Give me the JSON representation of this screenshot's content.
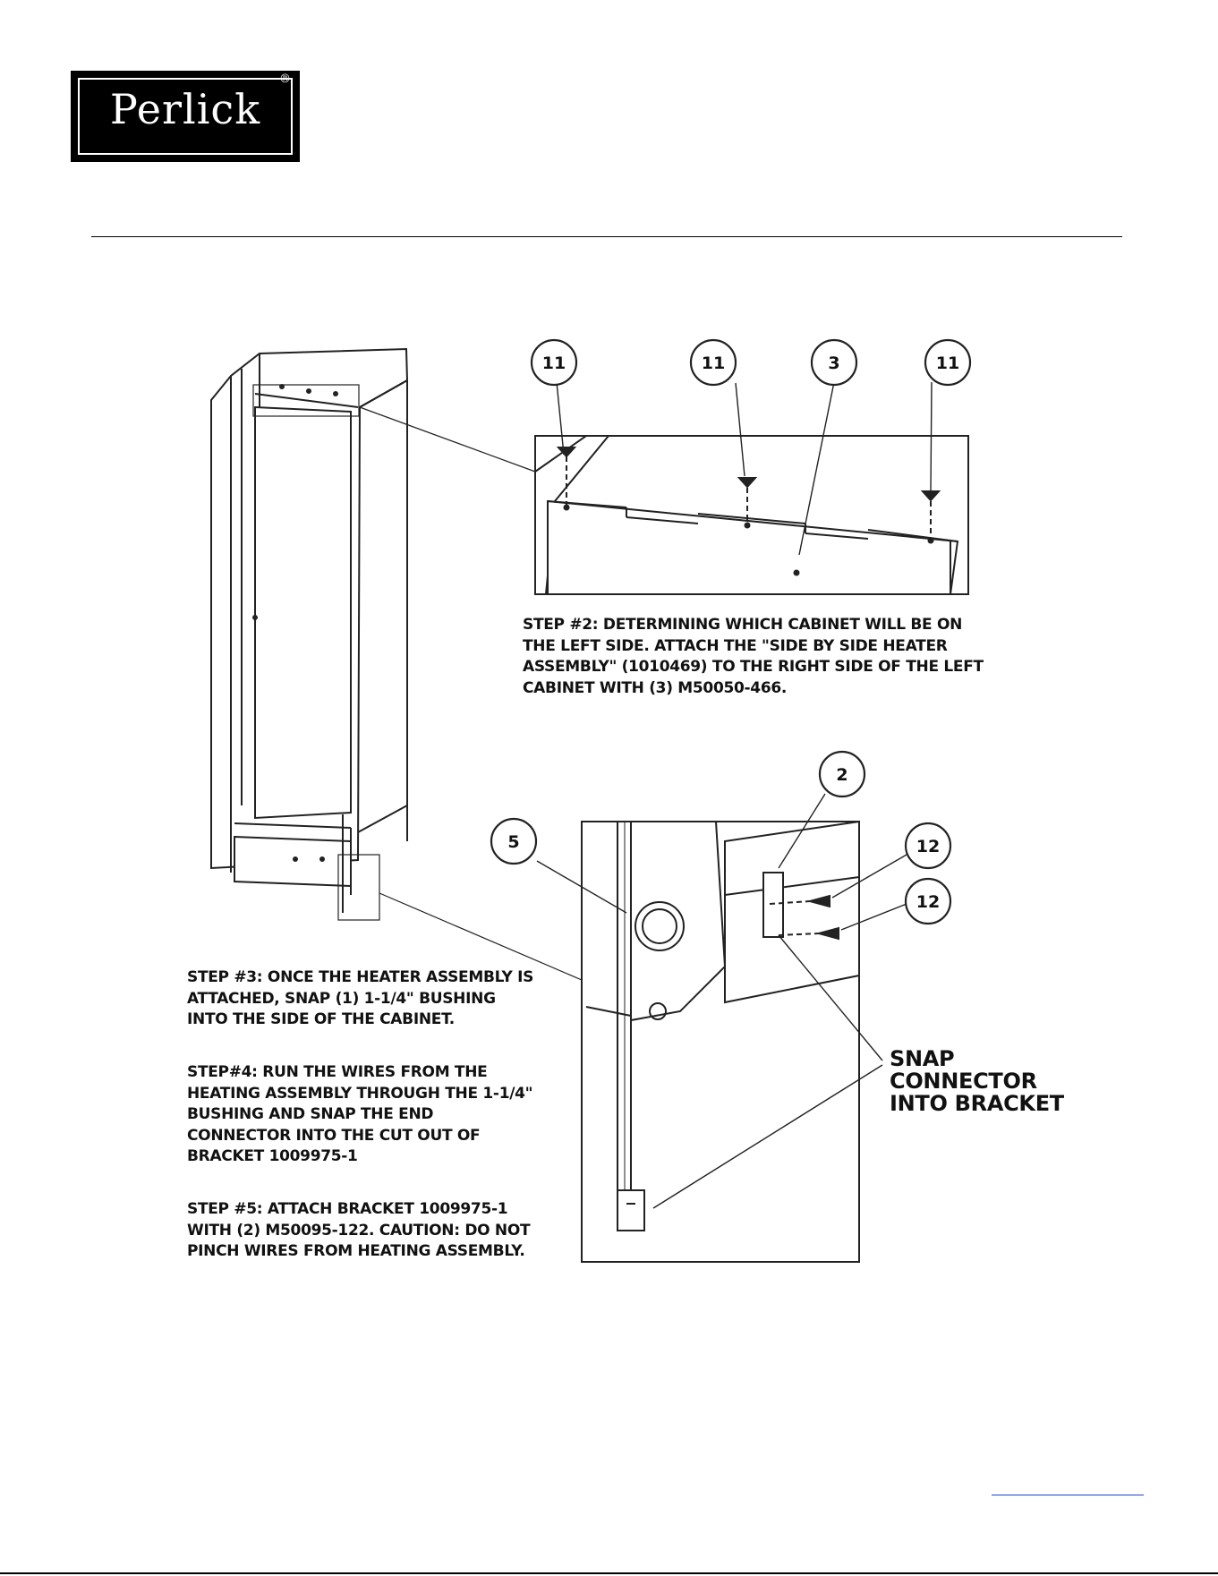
{
  "logo": {
    "name": "Perlick",
    "registered": "®"
  },
  "callouts": {
    "c11a": "11",
    "c11b": "11",
    "c3": "3",
    "c11c": "11",
    "c2": "2",
    "c5": "5",
    "c12a": "12",
    "c12b": "12"
  },
  "steps": {
    "step2": "STEP #2:  DETERMINING WHICH CABINET WILL BE ON THE LEFT SIDE.  ATTACH THE \"SIDE BY SIDE HEATER ASSEMBLY\" (1010469) TO THE RIGHT SIDE OF THE LEFT CABINET WITH (3) M50050-466.",
    "step3": "STEP #3:  ONCE THE HEATER ASSEMBLY IS ATTACHED, SNAP (1) 1-1/4\" BUSHING INTO THE SIDE OF THE CABINET.",
    "step4": "STEP#4:  RUN THE WIRES FROM THE HEATING ASSEMBLY THROUGH THE 1-1/4\" BUSHING AND SNAP THE END CONNECTOR INTO THE CUT OUT OF BRACKET 1009975-1",
    "step5": "STEP #5:  ATTACH BRACKET 1009975-1 WITH (2) M50095-122.  CAUTION: DO NOT PINCH WIRES FROM HEATING ASSEMBLY."
  },
  "snap_label": {
    "line1": "SNAP",
    "line2": "CONNECTOR",
    "line3": "INTO BRACKET"
  }
}
